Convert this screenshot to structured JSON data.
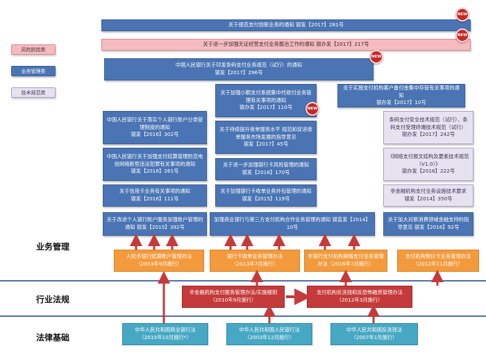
{
  "legend": {
    "risk": "风险防控类",
    "business": "业务管理类",
    "tech": "技术规范类"
  },
  "sections": {
    "business_mgmt": "业务管理",
    "industry_regs": "行业法规",
    "legal_base": "法律基础"
  },
  "badge_text": "NEW",
  "notices": {
    "n1": "关于规范支付创新业务的通知  银发【2017】281号",
    "n2": "关于进一步加强无证经营支付业务整治工作的通知  银办发【2017】217号",
    "n3": "中国人民银行关于印发条码支付业务规范（试行）的通知\n银发【2017】296号",
    "n4": "关于加强小额支付系统集中代收付业务管理有关事项的通知\n银办发【2017】110号",
    "n5": "关于实施支付机构客户备付金集中存管有关事项的通知\n银办发【2017】10号",
    "n6": "中国人民银行关于落实个人银行账户分类管理制度的通知\n银发【2016】302号",
    "n7": "关于持续提升收单服务水平 规范和促进收单服务市场发展的指导意见\n银发【2017】45号",
    "n8": "条码支付安全技术规范（试行）、条码支付受理终端技术规范（试行）\n银办发【2017】242号",
    "n9": "中国人民银行关于加强支付结算管理防范电信网络新型违法犯罪有关事项的通知\n银发【2016】261号",
    "n10": "关于进一步加强银行卡风险管理的通知\n银发【2016】170号",
    "n11": "《网络支付报文结构及要素技术规范（V1.0）》\n银办发【2016】222号",
    "n12": "关于信用卡业务有关事项的通知\n银发【2016】111号",
    "n13": "关于加强银行卡收单业务外包管理的通知\n银发【2015】119号",
    "n14": "非金融机构支付业务设施技术要求\n银发【2014】350号",
    "n15": "关于改进个人银行账户服务加强账户管理的通知 银发【2015】392号",
    "n16": "加强商业银行与第三方支付机构合作业务管理的通知 银监发【2014】10号",
    "n17": "关于加大对新消费领域金融支持的指导意见 银发【2016】92号"
  },
  "measures": {
    "m1": "人民币银行结算账户管理办法\n（2003年9月施行）",
    "m2": "银行卡收单业务管理办法\n（2013年7月施行）",
    "m3": "非银行支付机构网络支付业务管理办法（2016年7月施行）",
    "m4": "支付机构预付卡业务管理办法\n（2012年11月施行）"
  },
  "regulations": {
    "r1": "非金融机构支付服务管理办法/实施细则\n（2010年9月施行）",
    "r2": "支付机构反洗钱和反恐怖融资管理办法\n（2012年3月施行）"
  },
  "laws": {
    "l1": "中华人民共和国商业银行法\n（2015年10月施行*）",
    "l2": "中华人民共和国人民银行法\n（2003年12月施行）",
    "l3": "中华人民共和国反洗钱法\n（2007年1月施行）"
  }
}
